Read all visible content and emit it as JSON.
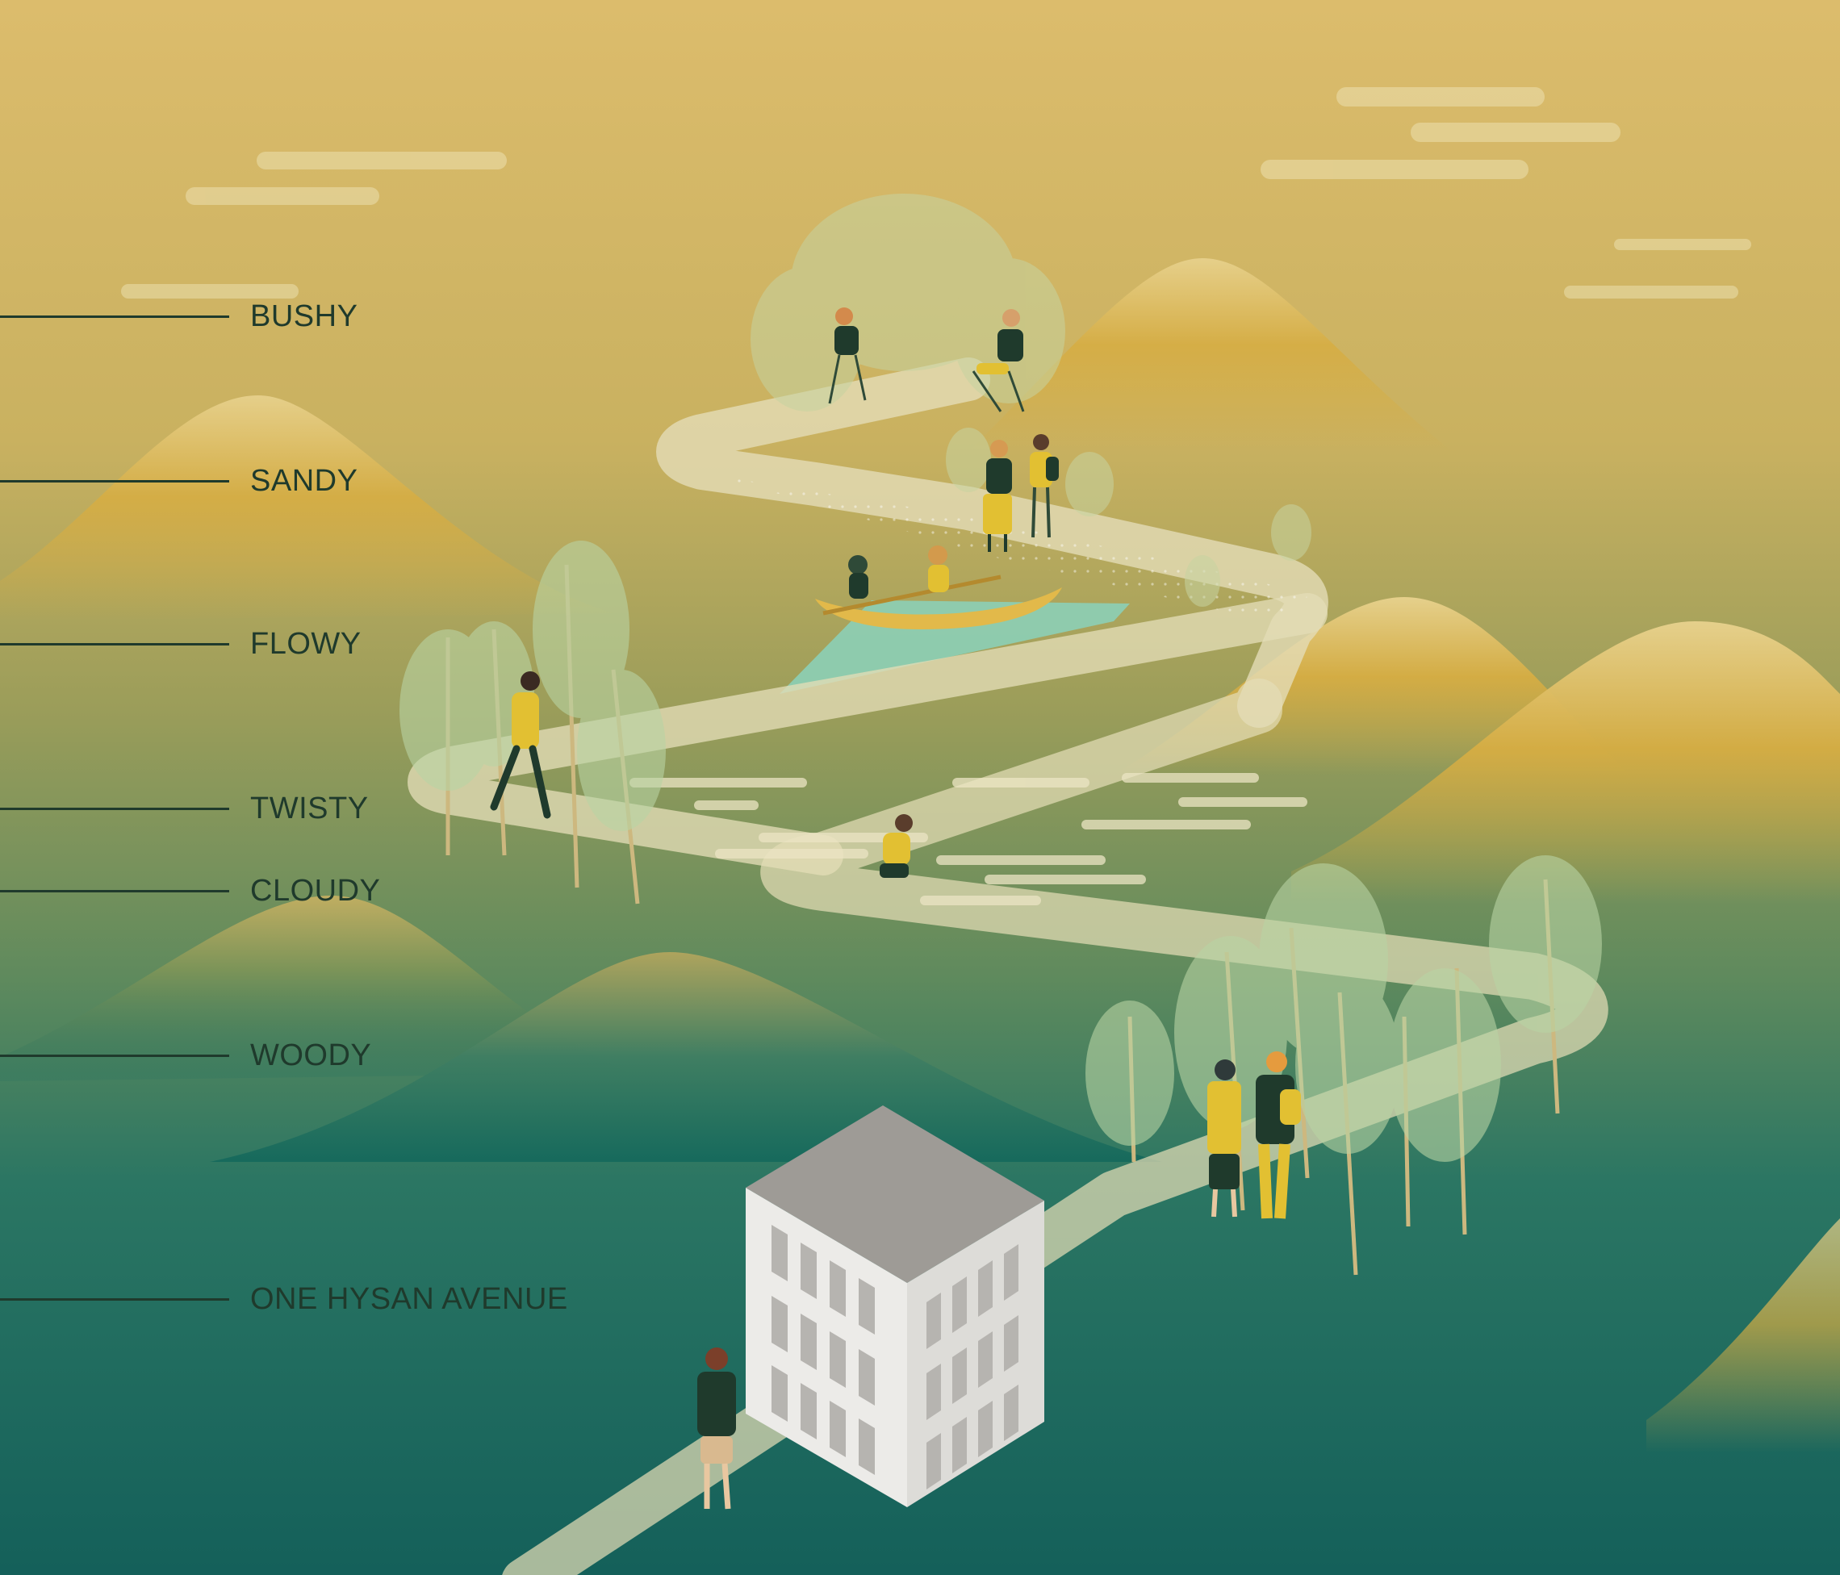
{
  "colors": {
    "sky_top": "#dcbc6c",
    "sky_mid": "#a9a25c",
    "ground_mid": "#3e7f63",
    "ground_bottom": "#145f57",
    "path": "#e3dcb6",
    "label_ink": "#1f3a2c",
    "accent_yellow": "#e2c032",
    "water": "#8ccfb6",
    "building_top": "#9e9b96",
    "building_face": "#ecebe8"
  },
  "levels": [
    {
      "id": "bushy",
      "label": "BUSHY"
    },
    {
      "id": "sandy",
      "label": "SANDY"
    },
    {
      "id": "flowy",
      "label": "FLOWY"
    },
    {
      "id": "twisty",
      "label": "TWISTY"
    },
    {
      "id": "cloudy",
      "label": "CLOUDY"
    },
    {
      "id": "woody",
      "label": "WOODY"
    },
    {
      "id": "base",
      "label": "ONE HYSAN AVENUE"
    }
  ]
}
